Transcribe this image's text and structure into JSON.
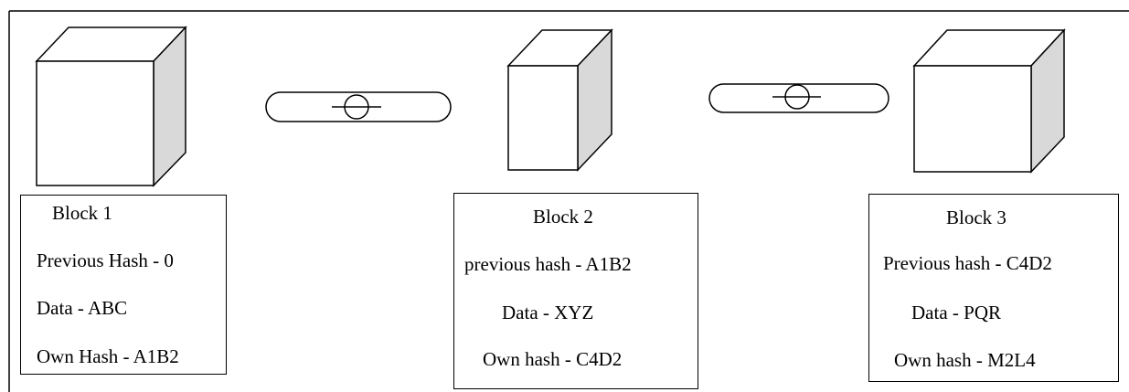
{
  "blocks": [
    {
      "title": "Block 1",
      "previous_hash": "Previous Hash - 0",
      "data": "Data - ABC",
      "own_hash": "Own Hash - A1B2"
    },
    {
      "title": "Block 2",
      "previous_hash": "previous hash - A1B2",
      "data": "Data - XYZ",
      "own_hash": "Own hash - C4D2"
    },
    {
      "title": "Block 3",
      "previous_hash": "Previous hash - C4D2",
      "data": "Data - PQR",
      "own_hash": "Own hash - M2L4"
    }
  ],
  "icons": [
    "cube-icon",
    "chain-link-icon",
    "cube-icon",
    "chain-link-icon",
    "cube-icon"
  ],
  "colors": {
    "line": "#000000",
    "cube_front": "#ffffff",
    "cube_side": "#d9d9d9",
    "background": "#ffffff"
  }
}
